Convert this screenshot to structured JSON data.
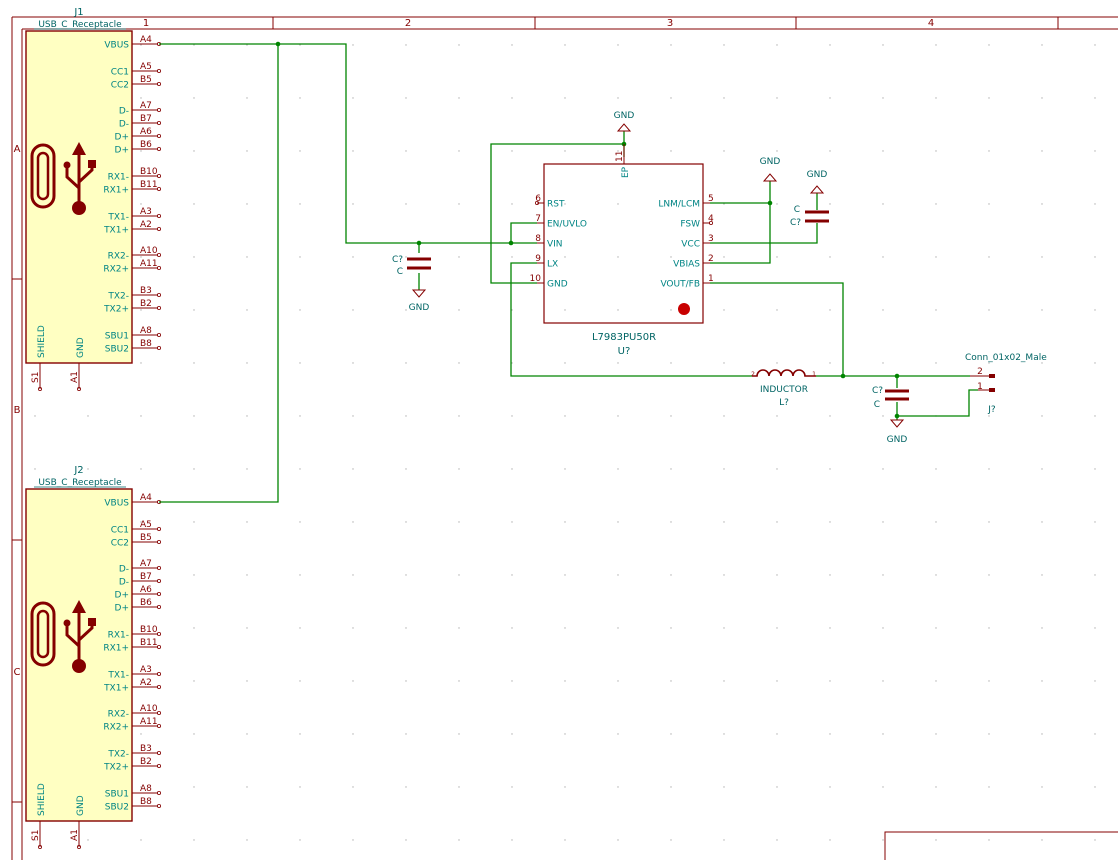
{
  "colors": {
    "frame": "#840000",
    "body_fill": "#ffffc2",
    "body_stroke": "#840000",
    "pin": "#840000",
    "pin_text": "#008484",
    "ref_text": "#006464",
    "wire": "#008400",
    "power": "#840000"
  },
  "frame": {
    "col_labels": [
      "1",
      "2",
      "3",
      "4"
    ],
    "row_labels": [
      "A",
      "B",
      "C"
    ]
  },
  "connectors": [
    {
      "ref": "J1",
      "value": "USB_C_Receptacle",
      "pins": [
        {
          "name": "VBUS",
          "num": "A4"
        },
        {
          "name": "CC1",
          "num": "A5"
        },
        {
          "name": "CC2",
          "num": "B5"
        },
        {
          "name": "D-",
          "num": "A7"
        },
        {
          "name": "D-",
          "num": "B7"
        },
        {
          "name": "D+",
          "num": "A6"
        },
        {
          "name": "D+",
          "num": "B6"
        },
        {
          "name": "RX1-",
          "num": "B10"
        },
        {
          "name": "RX1+",
          "num": "B11"
        },
        {
          "name": "TX1-",
          "num": "A3"
        },
        {
          "name": "TX1+",
          "num": "A2"
        },
        {
          "name": "RX2-",
          "num": "A10"
        },
        {
          "name": "RX2+",
          "num": "A11"
        },
        {
          "name": "TX2-",
          "num": "B3"
        },
        {
          "name": "TX2+",
          "num": "B2"
        },
        {
          "name": "SBU1",
          "num": "A8"
        },
        {
          "name": "SBU2",
          "num": "B8"
        }
      ],
      "bottom_pins": [
        {
          "name": "SHIELD",
          "num": "S1"
        },
        {
          "name": "GND",
          "num": "A1"
        }
      ]
    },
    {
      "ref": "J2",
      "value": "USB_C_Receptacle",
      "pins": [
        {
          "name": "VBUS",
          "num": "A4"
        },
        {
          "name": "CC1",
          "num": "A5"
        },
        {
          "name": "CC2",
          "num": "B5"
        },
        {
          "name": "D-",
          "num": "A7"
        },
        {
          "name": "D-",
          "num": "B7"
        },
        {
          "name": "D+",
          "num": "A6"
        },
        {
          "name": "D+",
          "num": "B6"
        },
        {
          "name": "RX1-",
          "num": "B10"
        },
        {
          "name": "RX1+",
          "num": "B11"
        },
        {
          "name": "TX1-",
          "num": "A3"
        },
        {
          "name": "TX1+",
          "num": "A2"
        },
        {
          "name": "RX2-",
          "num": "A10"
        },
        {
          "name": "RX2+",
          "num": "A11"
        },
        {
          "name": "TX2-",
          "num": "B3"
        },
        {
          "name": "TX2+",
          "num": "B2"
        },
        {
          "name": "SBU1",
          "num": "A8"
        },
        {
          "name": "SBU2",
          "num": "B8"
        }
      ],
      "bottom_pins": [
        {
          "name": "SHIELD",
          "num": "S1"
        },
        {
          "name": "GND",
          "num": "A1"
        }
      ]
    }
  ],
  "ic": {
    "part": "L7983PU50R",
    "ref": "U?",
    "top_pin": {
      "name": "EP",
      "num": "11"
    },
    "left_pins": [
      {
        "name": "RST",
        "num": "6"
      },
      {
        "name": "EN/UVLO",
        "num": "7"
      },
      {
        "name": "VIN",
        "num": "8"
      },
      {
        "name": "LX",
        "num": "9"
      },
      {
        "name": "GND",
        "num": "10"
      }
    ],
    "right_pins": [
      {
        "name": "LNM/LCM",
        "num": "5"
      },
      {
        "name": "FSW",
        "num": "4"
      },
      {
        "name": "VCC",
        "num": "3"
      },
      {
        "name": "VBIAS",
        "num": "2"
      },
      {
        "name": "VOUT/FB",
        "num": "1"
      }
    ]
  },
  "inductor": {
    "value": "INDUCTOR",
    "ref": "L?",
    "pin_left": "2",
    "pin_right": "1"
  },
  "capacitors": [
    {
      "ref": "C?",
      "value": "C"
    },
    {
      "ref": "C?",
      "value": "C"
    },
    {
      "ref": "C?",
      "value": "C"
    }
  ],
  "power_label": "GND",
  "header": {
    "value": "Conn_01x02_Male",
    "ref": "J?",
    "pins": [
      "2",
      "1"
    ]
  }
}
